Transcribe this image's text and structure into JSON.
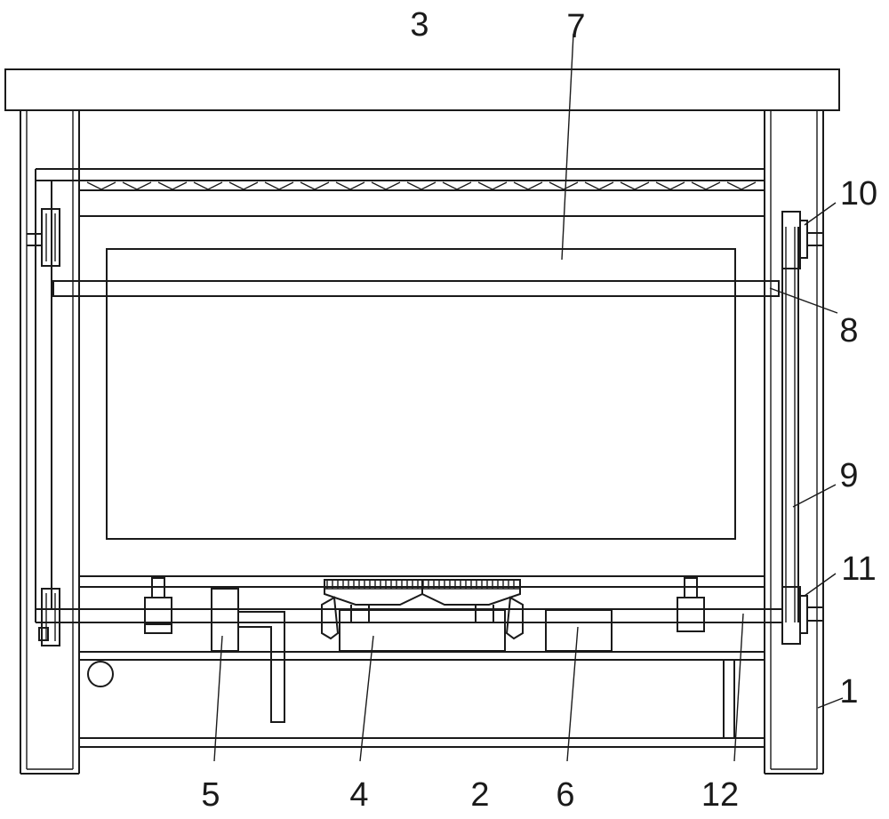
{
  "labels": {
    "l1": "1",
    "l2": "2",
    "l3": "3",
    "l4": "4",
    "l5": "5",
    "l6": "6",
    "l7": "7",
    "l8": "8",
    "l9": "9",
    "l10": "10",
    "l11": "11",
    "l12": "12"
  },
  "colors": {
    "stroke": "#1a1a1a",
    "background": "#ffffff"
  }
}
